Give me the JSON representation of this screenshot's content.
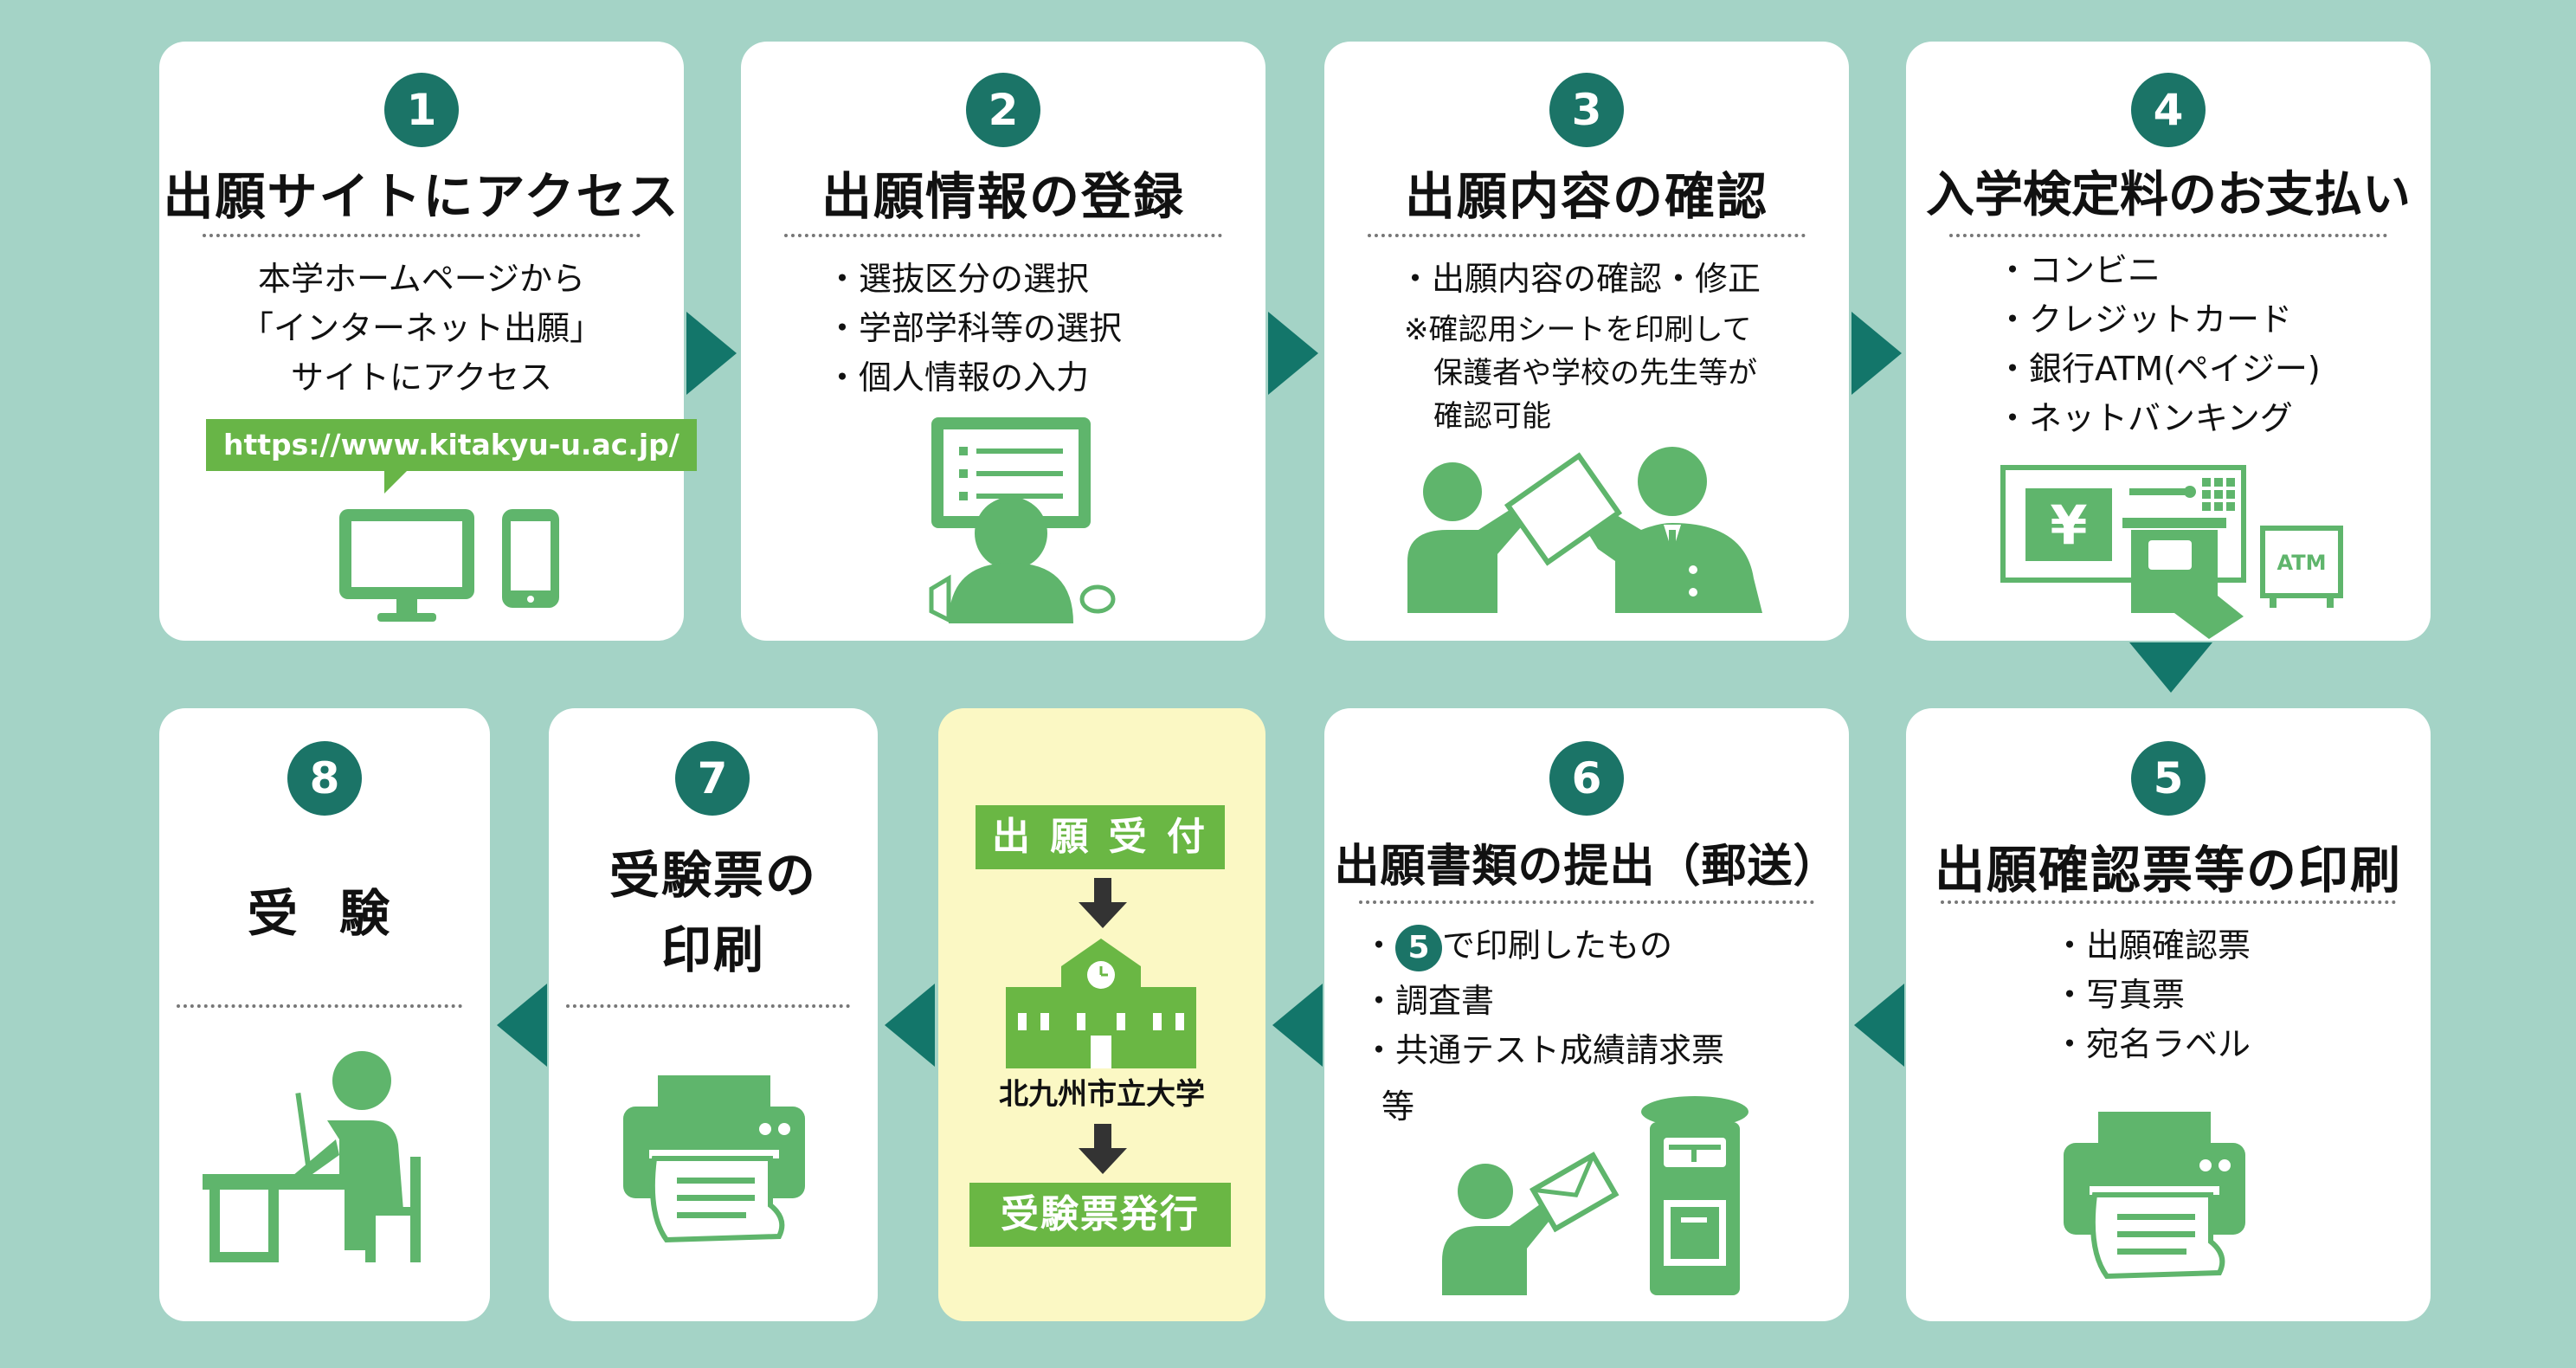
{
  "colors": {
    "background": "#a4d3c6",
    "card": "#ffffff",
    "highlight_card": "#fbf8c4",
    "step_number": "#1b7467",
    "arrow": "#13766a",
    "illustration_green": "#5fb56c",
    "label_green": "#6ab744"
  },
  "steps": [
    {
      "number": "1",
      "title": "出願サイトにアクセス",
      "lines": [
        "本学ホームページから",
        "「インターネット出願」",
        "サイトにアクセス"
      ],
      "url": "https://www.kitakyu-u.ac.jp/",
      "icons": [
        "monitor-icon",
        "smartphone-icon"
      ]
    },
    {
      "number": "2",
      "title": "出願情報の登録",
      "lines": [
        "・選抜区分の選択",
        "・学部学科等の選択",
        "・個人情報の入力"
      ],
      "icons": [
        "person-at-computer-icon"
      ]
    },
    {
      "number": "3",
      "title": "出願内容の確認",
      "lines": [
        "・出願内容の確認・修正"
      ],
      "notes": [
        "※確認用シートを印刷して",
        "保護者や学校の先生等が",
        "確認可能"
      ],
      "icons": [
        "handing-document-icon"
      ]
    },
    {
      "number": "4",
      "title": "入学検定料のお支払い",
      "lines": [
        "・コンビニ",
        "・クレジットカード",
        "・銀行ATM(ペイジー)",
        "・ネットバンキング"
      ],
      "atm_label": "ATM",
      "yen": "¥",
      "icons": [
        "atm-icon"
      ]
    },
    {
      "number": "5",
      "title": "出願確認票等の印刷",
      "lines": [
        "・出願確認票",
        "・写真票",
        "・宛名ラベル"
      ],
      "icons": [
        "printer-icon"
      ]
    },
    {
      "number": "6",
      "title": "出願書類の提出（郵送）",
      "line1_prefix": "・",
      "line1_badge": "5",
      "line1_suffix": "で印刷したもの",
      "lines": [
        "・調査書",
        "・共通テスト成績請求票",
        "等"
      ],
      "icons": [
        "mailing-postbox-icon"
      ]
    },
    {
      "number": "7",
      "title_lines": [
        "受験票の",
        "印刷"
      ],
      "icons": [
        "printer-icon"
      ]
    },
    {
      "number": "8",
      "title": "受 験",
      "icons": [
        "exam-desk-icon"
      ]
    }
  ],
  "university_box": {
    "top_label": "出 願 受 付",
    "school_name": "北九州市立大学",
    "bottom_label": "受験票発行"
  }
}
